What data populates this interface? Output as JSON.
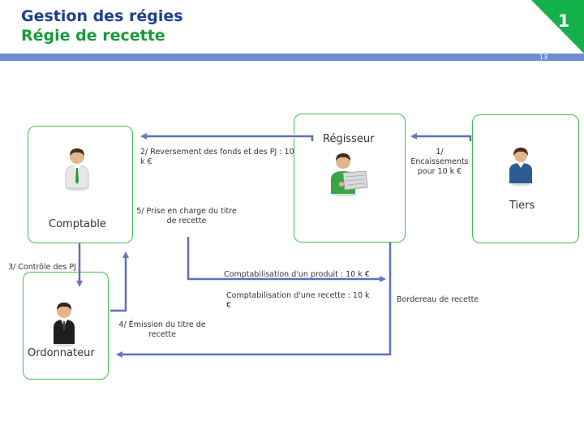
{
  "header": {
    "title": "Gestion des régies",
    "subtitle": "Régie de recette",
    "chapter_number": "1",
    "page_number": "13"
  },
  "actors": {
    "comptable": "Comptable",
    "regisseur": "Régisseur",
    "tiers": "Tiers",
    "ordonnateur": "Ordonnateur"
  },
  "steps": {
    "encaissements": "1/ Encaissements pour 10 k €",
    "reversement": "2/ Reversement des fonds et des PJ : 10 k €",
    "controle": "3/ Contrôle des PJ",
    "emission": "4/ Émission du titre de recette",
    "prise_en_charge": "5/ Prise en charge du titre de recette"
  },
  "notes": {
    "comptabilisation_produit": "Comptabilisation d'un produit : 10 k €",
    "comptabilisation_recette": "Comptabilisation d'une recette : 10 k €",
    "bordereau": "Bordereau de recette"
  },
  "colors": {
    "title": "#1f3f8f",
    "subtitle": "#1a9a3a",
    "corner": "#14b14a",
    "bar": "#6e8fd0",
    "box_border": "#3fc24f",
    "arrow": "#5f6fb8",
    "arrow_fill": "#6a73c4"
  }
}
